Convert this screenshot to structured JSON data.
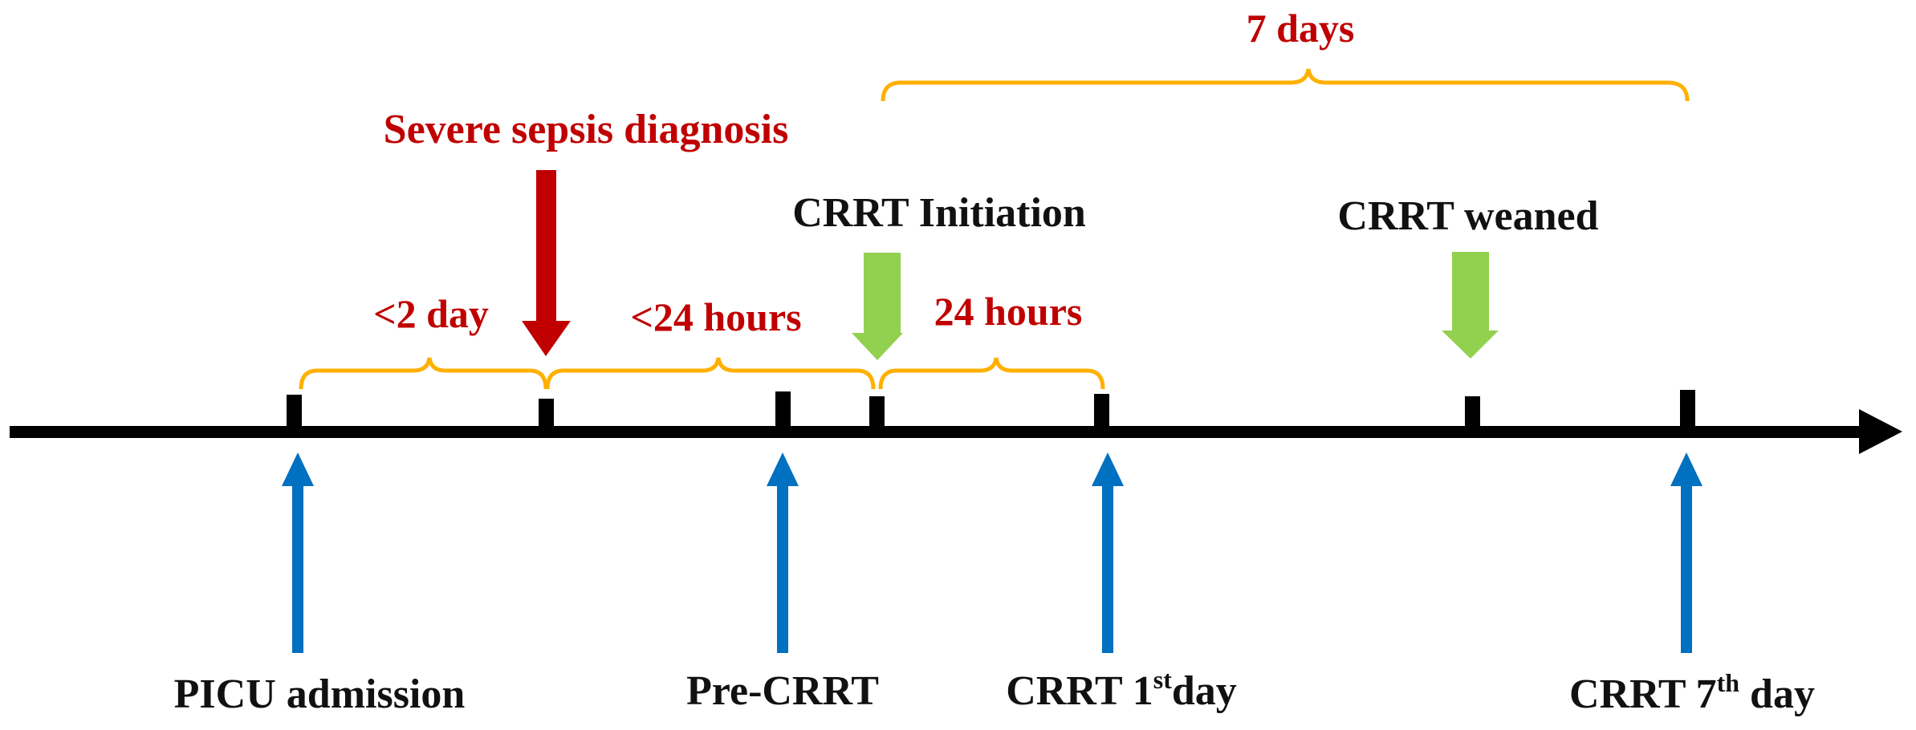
{
  "diagram": {
    "period_label": "7 days",
    "events": {
      "sepsis": "Severe sepsis diagnosis",
      "crrt_initiation": "CRRT Initiation",
      "crrt_weaned": "CRRT weaned"
    },
    "intervals": {
      "first": "<2 day",
      "second": "<24 hours",
      "third": "24 hours"
    },
    "timepoints": {
      "picu": "PICU admission",
      "pre_crrt": "Pre-CRRT",
      "crrt_day1_prefix": "CRRT 1",
      "crrt_day1_sup": "st",
      "crrt_day1_suffix": "day",
      "crrt_day7_prefix": "CRRT 7",
      "crrt_day7_sup": "th",
      "crrt_day7_suffix": " day"
    },
    "colors": {
      "red": "#c00000",
      "brace": "#ffb000",
      "green": "#92d050",
      "blue": "#0070c0",
      "axis": "#000000"
    }
  }
}
